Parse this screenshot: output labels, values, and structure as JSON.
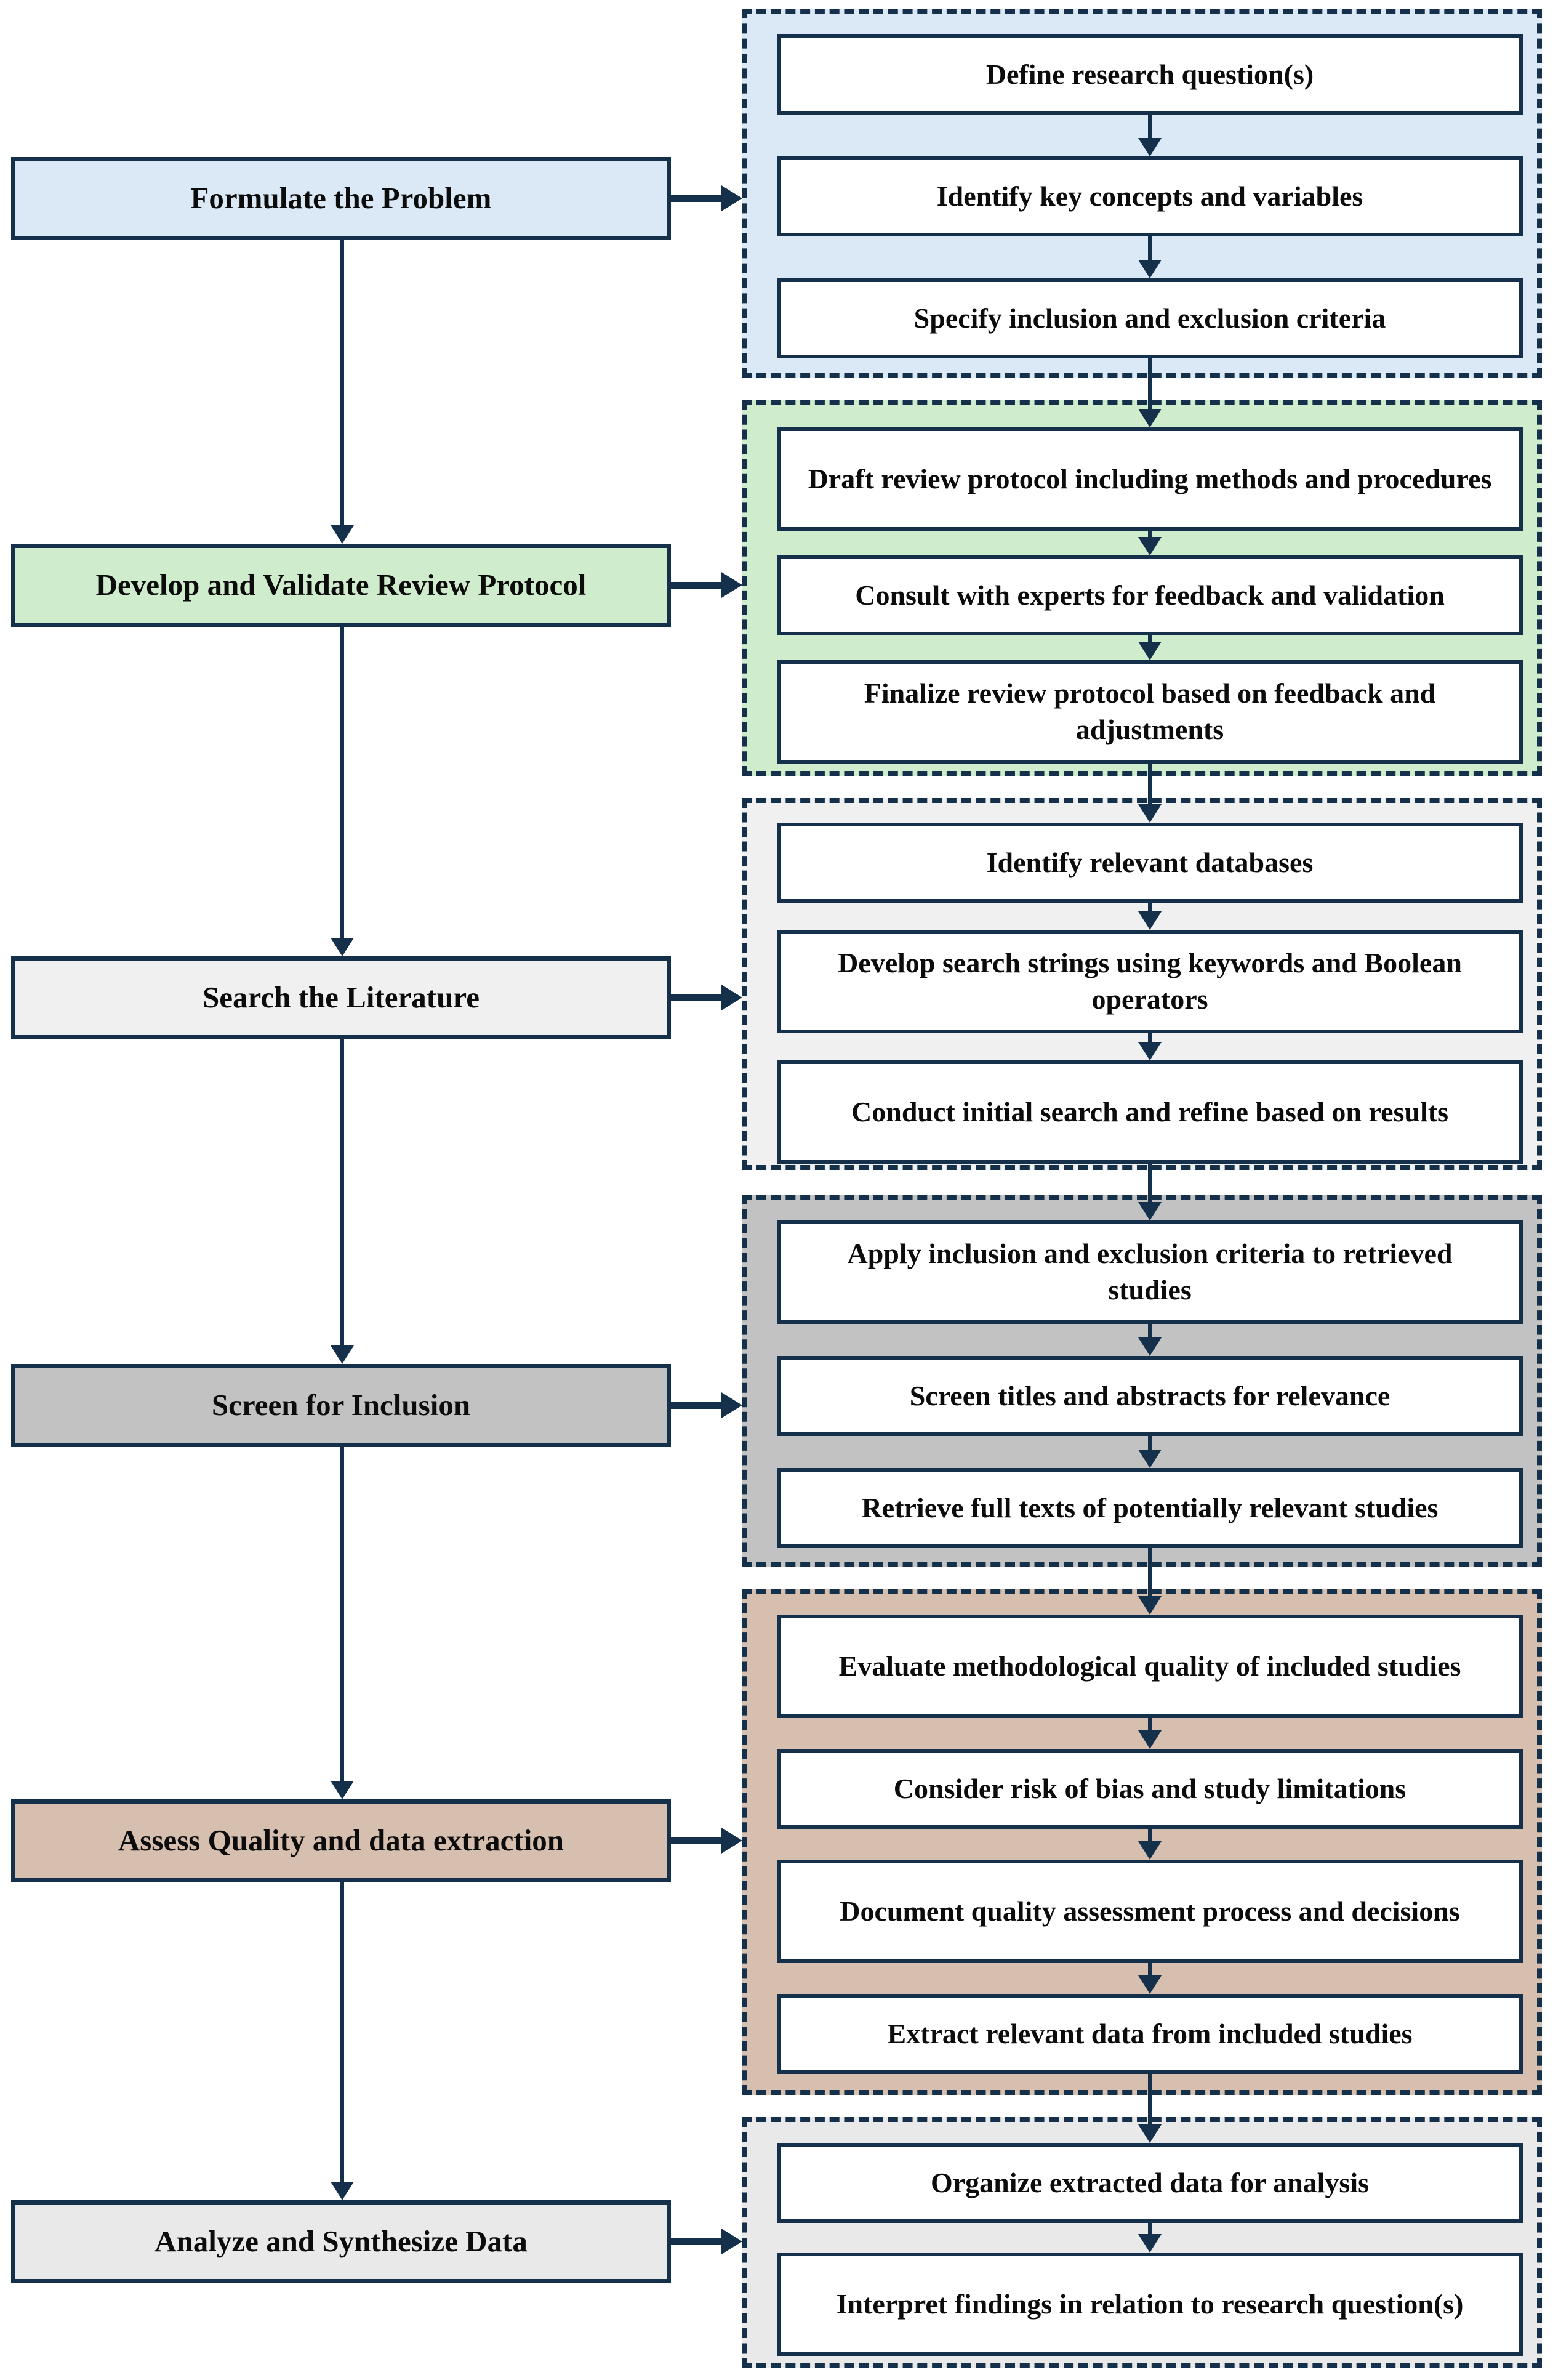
{
  "palette": {
    "navy_border": "#14304b",
    "step_box_fill": "#ffffff",
    "text": "#0c0c0c",
    "stage1_blue": "#dbe9f7",
    "stage2_green": "#cfeccd",
    "stage3_lightgray": "#f0f0f0",
    "stage4_gray": "#c2c2c2",
    "stage5_tan": "#d6bfae",
    "stage6_lightgray": "#e9e9e9"
  },
  "stages": [
    {
      "label": "Formulate the Problem",
      "color": "#dbe9f7",
      "steps": [
        "Define research question(s)",
        "Identify key concepts and variables",
        "Specify inclusion and exclusion criteria"
      ]
    },
    {
      "label": "Develop and Validate Review Protocol",
      "color": "#cfeccd",
      "steps": [
        "Draft review protocol including methods and procedures",
        "Consult with experts for feedback and validation",
        "Finalize review protocol based on feedback and adjustments"
      ]
    },
    {
      "label": "Search the Literature",
      "color": "#f0f0f0",
      "steps": [
        "Identify relevant databases",
        "Develop search strings using keywords and Boolean operators",
        "Conduct initial search and refine based on results"
      ]
    },
    {
      "label": "Screen for Inclusion",
      "color": "#c2c2c2",
      "steps": [
        "Apply inclusion and exclusion criteria to retrieved studies",
        "Screen titles and abstracts for relevance",
        "Retrieve full texts of potentially relevant studies"
      ]
    },
    {
      "label": "Assess Quality and data extraction",
      "color": "#d6bfae",
      "steps": [
        "Evaluate methodological quality of included studies",
        "Consider risk of bias and study limitations",
        "Document quality assessment process and decisions",
        "Extract relevant data from included studies"
      ]
    },
    {
      "label": "Analyze and Synthesize Data",
      "color": "#e9e9e9",
      "steps": [
        "Organize extracted data for analysis",
        "Interpret findings in relation to research question(s)"
      ]
    }
  ]
}
